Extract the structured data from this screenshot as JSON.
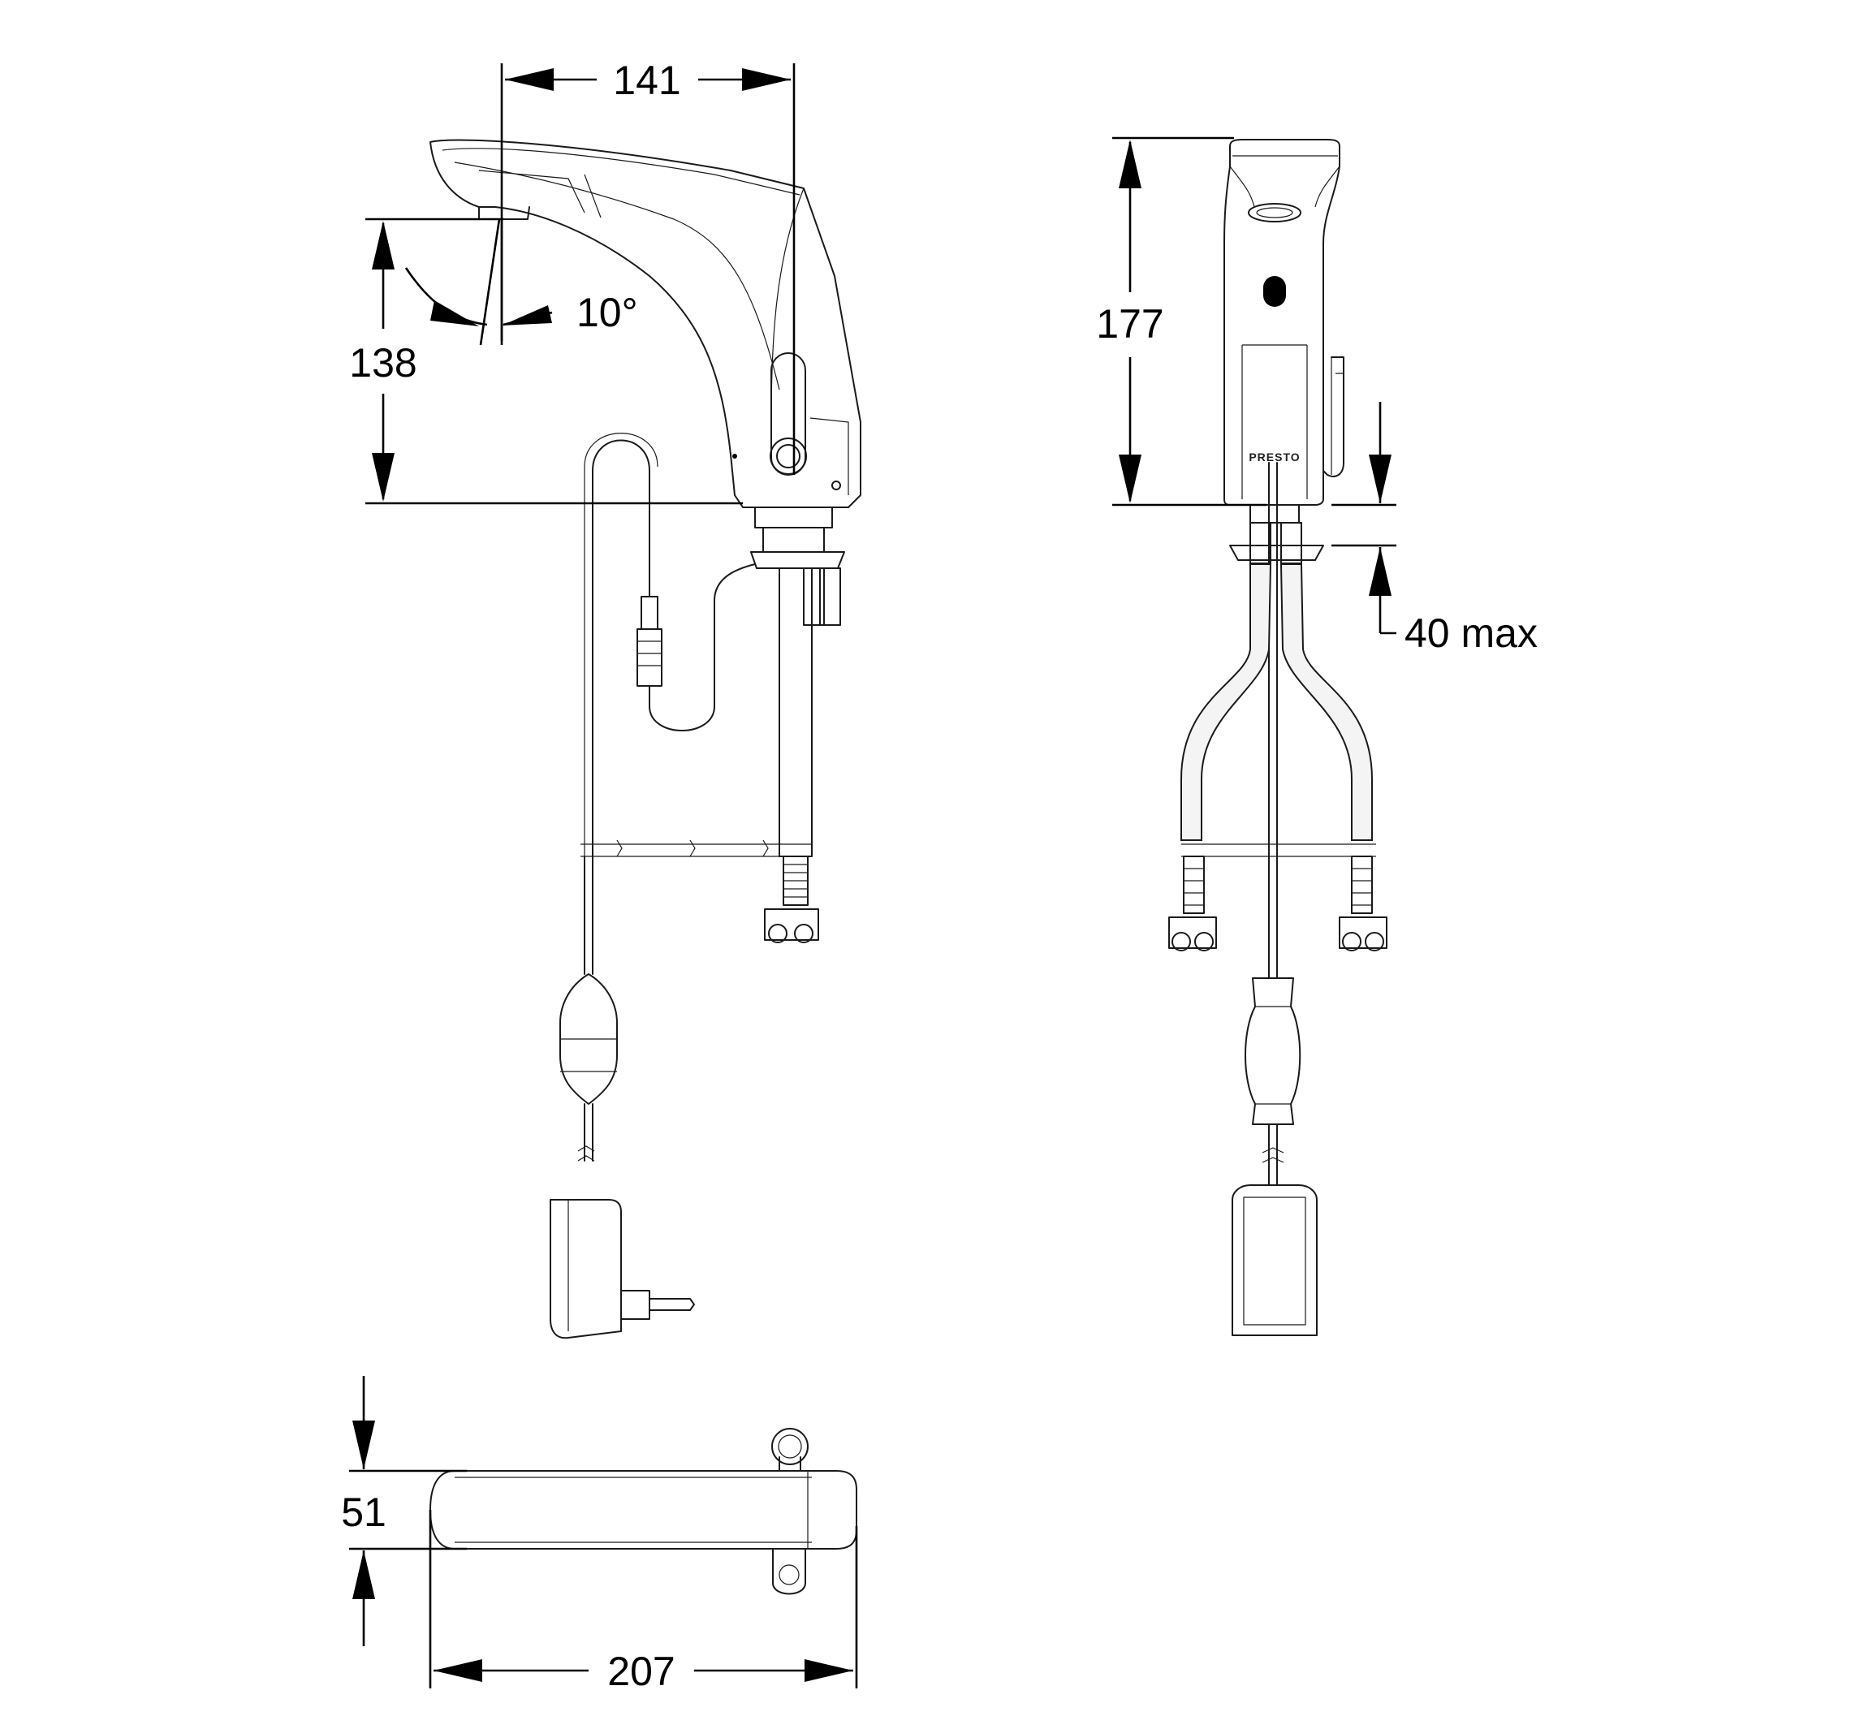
{
  "dimensions": {
    "spout_reach": "141",
    "spout_height": "138",
    "spout_angle": "10°",
    "total_height": "177",
    "max_deck_thickness": "40 max",
    "body_width": "51",
    "total_length": "207"
  },
  "brand_mark": "PRESTO",
  "colors": {
    "line": "#1a1a1a",
    "background": "#ffffff"
  }
}
